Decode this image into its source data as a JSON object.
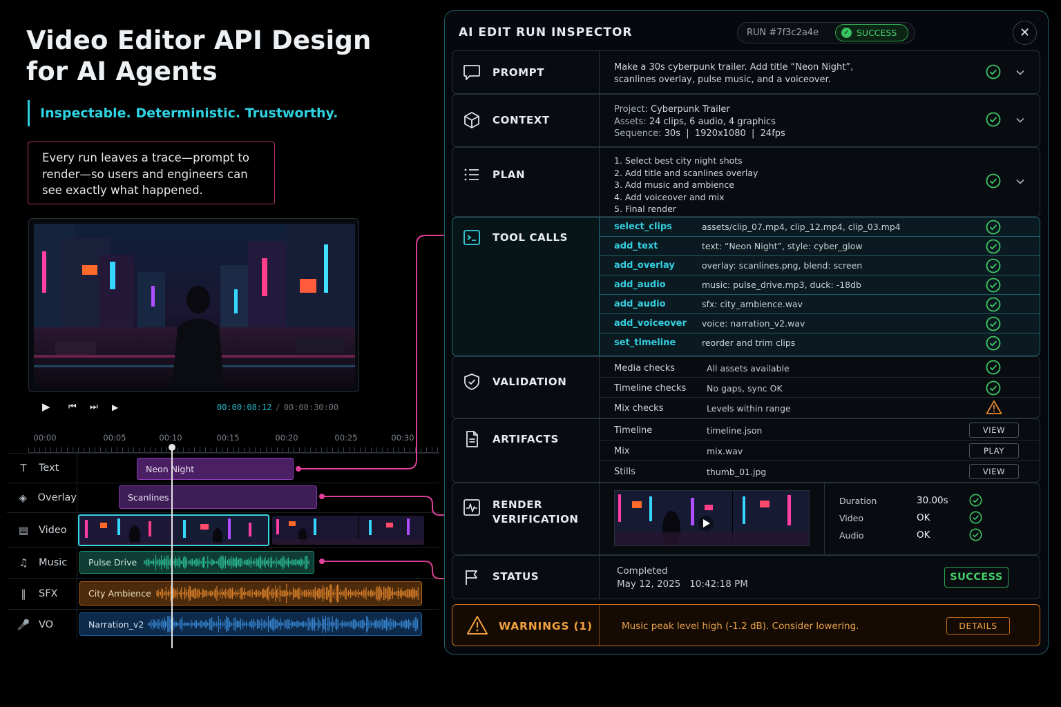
{
  "hero": {
    "title_line1": "Video Editor API Design",
    "title_line2": "for AI Agents",
    "tagline": "Inspectable. Deterministic. Trustworthy.",
    "note": "Every run leaves a trace—prompt to render—so users and engineers can see exactly what happened."
  },
  "player": {
    "current_time": "00:00:08:12",
    "separator": "/",
    "total_time": "00:00:30:00",
    "controls": [
      "play-icon",
      "skip-back-icon",
      "skip-forward-icon",
      "next-frame-icon"
    ]
  },
  "ruler": {
    "ticks": [
      "00:00",
      "00:05",
      "00:10",
      "00:15",
      "00:20",
      "00:25",
      "00:30"
    ]
  },
  "tracks": [
    {
      "label": "Text",
      "icon": "text-icon",
      "clip": "Neon Night"
    },
    {
      "label": "Overlay",
      "icon": "layers-icon",
      "clip": "Scanlines"
    },
    {
      "label": "Video",
      "icon": "film-icon",
      "clip": ""
    },
    {
      "label": "Music",
      "icon": "music-note-icon",
      "clip": "Pulse Drive"
    },
    {
      "label": "SFX",
      "icon": "waveform-icon",
      "clip": "City Ambience"
    },
    {
      "label": "VO",
      "icon": "microphone-icon",
      "clip": "Narration_v2"
    }
  ],
  "inspector": {
    "title": "AI EDIT RUN INSPECTOR",
    "run_id": "RUN #7f3c2a4e",
    "run_status": "SUCCESS",
    "close_icon": "close-icon",
    "prompt": {
      "label": "PROMPT",
      "line1": "Make a 30s cyberpunk trailer. Add title “Neon Night”,",
      "line2": "scanlines overlay, pulse music, and a voiceover."
    },
    "context": {
      "label": "CONTEXT",
      "project_key": "Project:",
      "project_val": "Cyberpunk Trailer",
      "assets_key": "Assets:",
      "assets_val": "24 clips, 6 audio, 4 graphics",
      "sequence_key": "Sequence:",
      "sequence_val": "30s  |  1920x1080  |  24fps"
    },
    "plan": {
      "label": "PLAN",
      "steps": [
        "1. Select best city night shots",
        "2. Add title and scanlines overlay",
        "3. Add music and ambience",
        "4. Add voiceover and mix",
        "5. Final render"
      ]
    },
    "tool_calls": {
      "label": "TOOL CALLS",
      "rows": [
        {
          "name": "select_clips",
          "args": "assets/clip_07.mp4, clip_12.mp4, clip_03.mp4"
        },
        {
          "name": "add_text",
          "args": "text: “Neon Night”, style: cyber_glow"
        },
        {
          "name": "add_overlay",
          "args": "overlay: scanlines.png, blend: screen"
        },
        {
          "name": "add_audio",
          "args": "music: pulse_drive.mp3, duck: -18db"
        },
        {
          "name": "add_audio",
          "args": "sfx: city_ambience.wav"
        },
        {
          "name": "add_voiceover",
          "args": "voice: narration_v2.wav"
        },
        {
          "name": "set_timeline",
          "args": "reorder and trim clips"
        }
      ]
    },
    "validation": {
      "label": "VALIDATION",
      "rows": [
        {
          "key": "Media checks",
          "val": "All assets available",
          "status": "ok"
        },
        {
          "key": "Timeline checks",
          "val": "No gaps, sync OK",
          "status": "ok"
        },
        {
          "key": "Mix checks",
          "val": "Levels within range",
          "status": "warning"
        }
      ]
    },
    "artifacts": {
      "label": "ARTIFACTS",
      "rows": [
        {
          "key": "Timeline",
          "val": "timeline.json",
          "action": "VIEW"
        },
        {
          "key": "Mix",
          "val": "mix.wav",
          "action": "PLAY"
        },
        {
          "key": "Stills",
          "val": "thumb_01.jpg",
          "action": "VIEW"
        }
      ]
    },
    "render": {
      "label_line1": "RENDER",
      "label_line2": "VERIFICATION",
      "rows": [
        {
          "key": "Duration",
          "val": "30.00s"
        },
        {
          "key": "Video",
          "val": "OK"
        },
        {
          "key": "Audio",
          "val": "OK"
        }
      ]
    },
    "status": {
      "label": "STATUS",
      "state": "Completed",
      "timestamp": "May 12, 2025   10:42:18 PM",
      "badge": "SUCCESS"
    },
    "warnings": {
      "label": "WARNINGS (1)",
      "message": "Music peak level high (-1.2 dB). Consider lowering.",
      "action": "DETAILS"
    }
  },
  "colors": {
    "accent_cyan": "#2fd3e2",
    "success_green": "#3fc964",
    "warning_orange": "#e8892c",
    "connector_pink": "#e0409a"
  }
}
